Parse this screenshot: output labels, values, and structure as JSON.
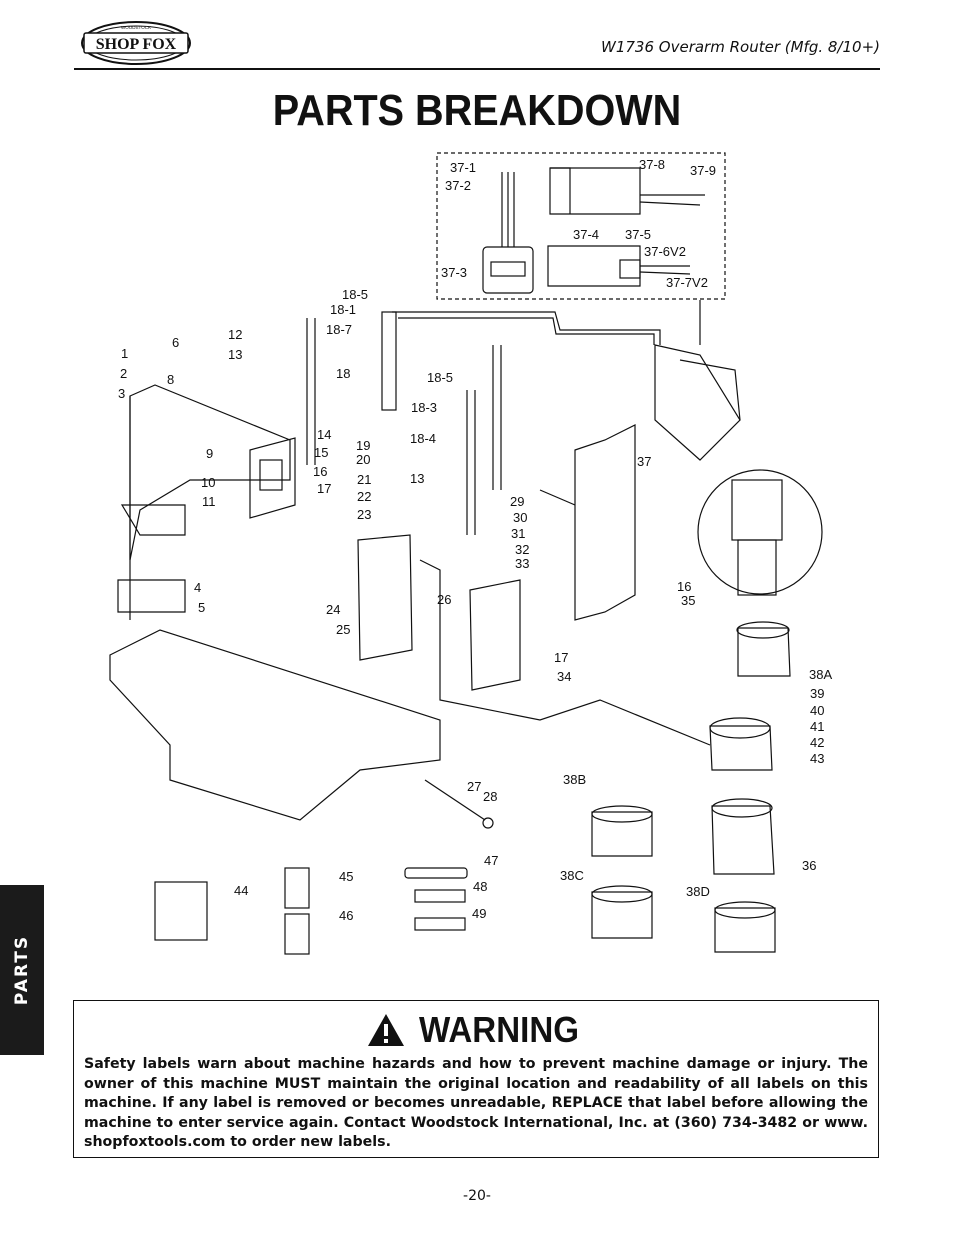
{
  "header": {
    "logo_text": "SHOP FOX",
    "logo_ring_text": "WOODSTOCK",
    "title": "W1736 Overarm Router (Mfg. 8/10+)"
  },
  "page_title": "PARTS BREAKDOWN",
  "side_tab": "PARTS",
  "diagram": {
    "callouts": [
      "1",
      "2",
      "3",
      "4",
      "5",
      "6",
      "8",
      "9",
      "10",
      "11",
      "12",
      "13",
      "14",
      "15",
      "16",
      "17",
      "18",
      "18-1",
      "18-3",
      "18-4",
      "18-5",
      "18-7",
      "19",
      "20",
      "21",
      "22",
      "23",
      "24",
      "25",
      "26",
      "27",
      "28",
      "29",
      "30",
      "31",
      "32",
      "33",
      "34",
      "35",
      "36",
      "37",
      "37-1",
      "37-2",
      "37-3",
      "37-4",
      "37-5",
      "37-6V2",
      "37-7V2",
      "37-8",
      "37-9",
      "38A",
      "38B",
      "38C",
      "38D",
      "39",
      "40",
      "41",
      "42",
      "43",
      "44",
      "45",
      "46",
      "47",
      "48",
      "49"
    ]
  },
  "warning": {
    "heading": "WARNING",
    "body": "Safety labels warn about machine hazards and how to prevent machine damage or injury. The owner of this machine MUST maintain the original location and readability of all labels on this machine. If any label is removed or becomes unreadable, REPLACE that label before allowing the machine to enter service again. Contact Woodstock International, Inc. at (360) 734-3482 or www. shopfoxtools.com to order new labels."
  },
  "page_number": "-20-"
}
